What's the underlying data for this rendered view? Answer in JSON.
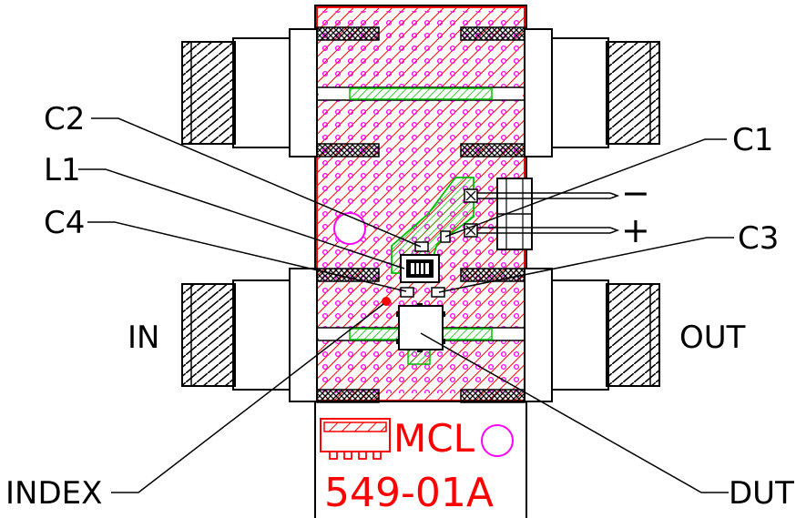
{
  "labels": {
    "c2": "C2",
    "l1": "L1",
    "c4": "C4",
    "c1": "C1",
    "c3": "C3",
    "in": "IN",
    "out": "OUT",
    "index": "INDEX",
    "dut": "DUT",
    "minus": "−",
    "plus": "+"
  },
  "board": {
    "brand": "MCL",
    "part_number": "549-01A"
  },
  "colors": {
    "copper": "#ff0000",
    "via": "#ff00ff",
    "trace": "#00c000",
    "outline": "#000000"
  }
}
